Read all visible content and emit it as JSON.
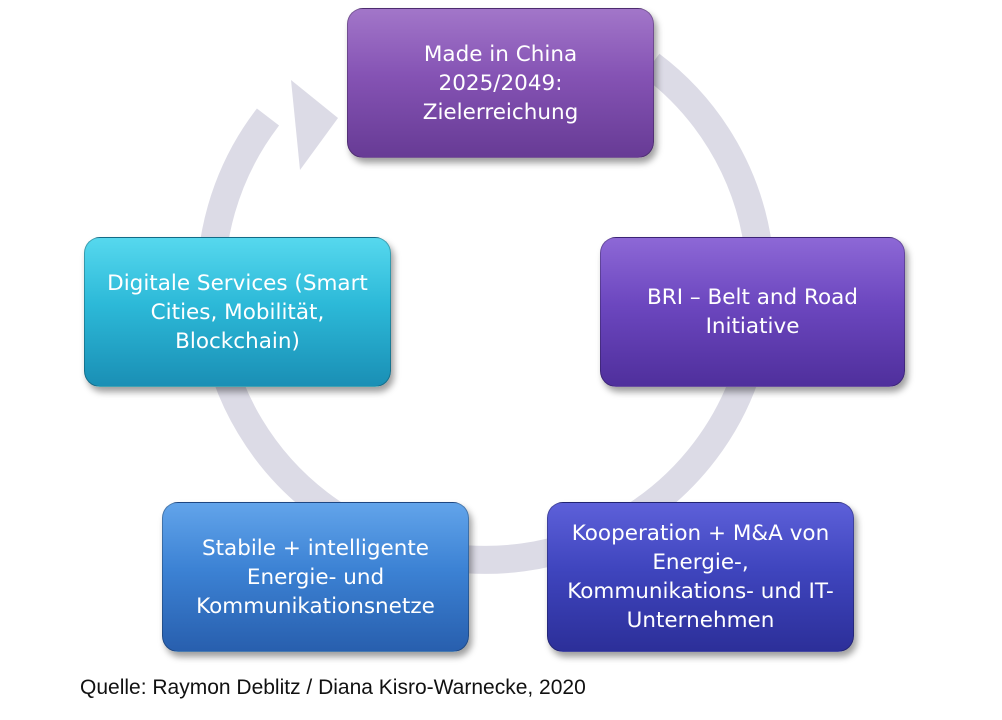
{
  "diagram": {
    "nodes": {
      "top": [
        "Made in China",
        "2025/2049:",
        "Zielerreichung"
      ],
      "right": [
        "BRI – Belt and Road",
        "Initiative"
      ],
      "bottom_right": [
        "Kooperation + M&A von",
        "Energie-,",
        "Kommunikations- und IT-",
        "Unternehmen"
      ],
      "bottom_left": [
        "Stabile + intelligente",
        "Energie- und",
        "Kommunikationsnetze"
      ],
      "left": [
        "Digitale Services  (Smart",
        "Cities, Mobilität,",
        "Blockchain)"
      ]
    },
    "colors": {
      "cycle_arrow": "#dcdbe6",
      "top": "#8553b4",
      "right": "#6c47bf",
      "bottom_right": "#3f45be",
      "bottom_left": "#3c82d4",
      "left": "#2cb9d8"
    }
  },
  "source": "Quelle: Raymon Deblitz / Diana Kisro-Warnecke, 2020"
}
